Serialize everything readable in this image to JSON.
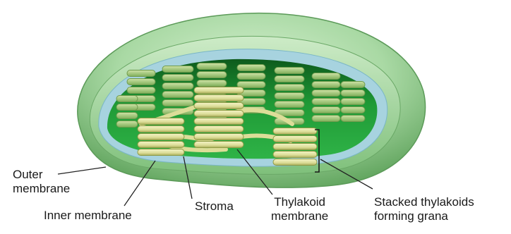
{
  "diagram": {
    "subject": "chloroplast",
    "labels": {
      "outer_membrane": [
        "Outer",
        "membrane"
      ],
      "inner_membrane": "Inner membrane",
      "stroma": "Stroma",
      "thylakoid_membrane": [
        "Thylakoid",
        "membrane"
      ],
      "grana": [
        "Stacked thylakoids",
        "forming grana"
      ]
    },
    "colors": {
      "outer_shell": "#a9d9a4",
      "outer_shell_dark": "#6fb46b",
      "inner_membrane": "#a7d3df",
      "stroma": "#22a23c",
      "stroma_dark": "#0f6a22",
      "thylakoid_fill": "#e5e6a8",
      "thylakoid_edge": "#8f9a44",
      "leader_line": "#222222"
    }
  }
}
